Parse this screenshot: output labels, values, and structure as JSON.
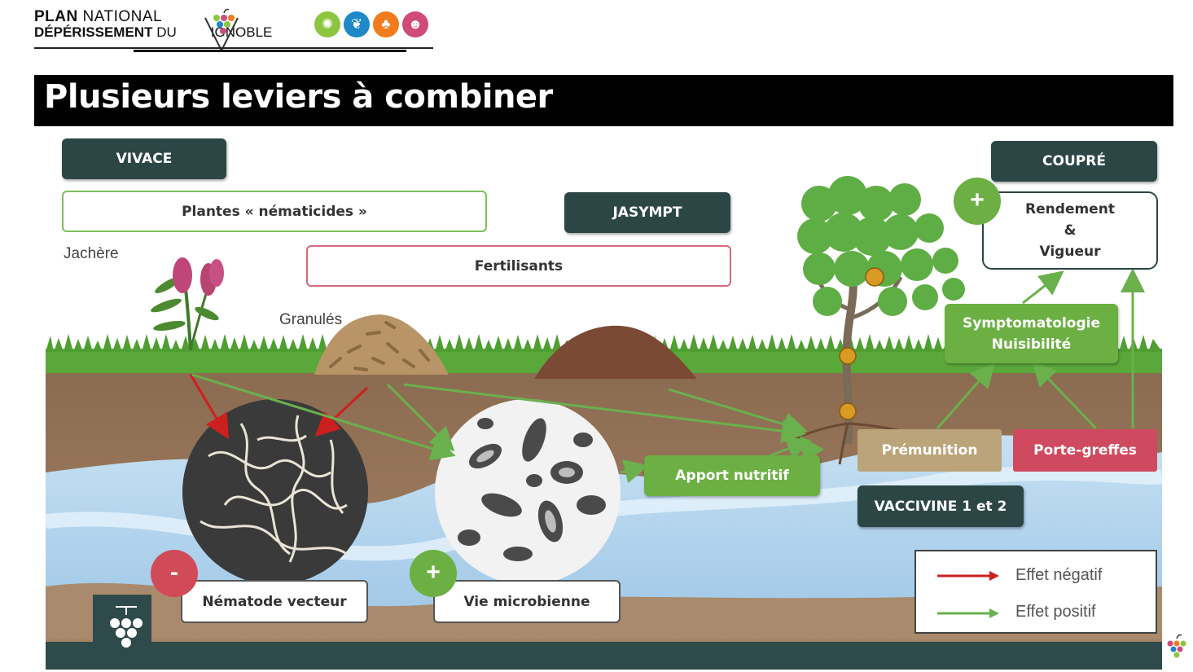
{
  "header": {
    "logo_line1_bold": "PLAN",
    "logo_line1_rest": "NATIONAL",
    "logo_line2_bold": "DÉPÉRISSEMENT",
    "logo_line2_rest": "DU",
    "logo_line2_end": "IGNOBLE",
    "badge_colors": [
      "#8cc63f",
      "#1e88c8",
      "#f07c1e",
      "#d04a7a"
    ]
  },
  "title": "Plusieurs leviers à combiner",
  "boxes": {
    "vivace": "VIVACE",
    "plantes": "Plantes « nématicides »",
    "jasympt": "JASYMPT",
    "fertilisants": "Fertilisants",
    "coupre": "COUPRÉ",
    "rendement_1": "Rendement",
    "rendement_2": "&",
    "rendement_3": "Vigueur",
    "symptomatologie_1": "Symptomatologie",
    "symptomatologie_2": "Nuisibilité",
    "apport": "Apport nutritif",
    "premunition": "Prémunition",
    "porte_greffes": "Porte-greffes",
    "vaccivine": "VACCIVINE 1 et 2",
    "nematode": "Nématode vecteur",
    "vie": "Vie microbienne"
  },
  "labels": {
    "jachere": "Jachère",
    "granules": "Granulés"
  },
  "signs": {
    "minus": "-",
    "plus_vie": "+",
    "plus_rendement": "+"
  },
  "legend": {
    "negative": "Effet négatif",
    "positive": "Effet positif"
  },
  "colors": {
    "dark": "#2c4646",
    "green": "#6cb043",
    "red_arrow": "#cc1f1f",
    "green_arrow": "#6ab04c",
    "soil": "#8a6a4f",
    "water": "#b6d7ef",
    "grass": "#5ba83a"
  }
}
